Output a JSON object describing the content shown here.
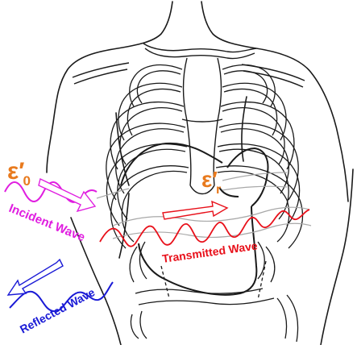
{
  "labels": {
    "eps0": "ε′",
    "eps0_sub": "0",
    "epsr": "ε′",
    "epsr_sub": "r",
    "incident": "Incident Wave",
    "reflected": "Reflected Wave",
    "transmitted": "Transmitted Wave"
  },
  "colors": {
    "incident": "#e01ee0",
    "reflected": "#1a1ad6",
    "transmitted": "#e8101a",
    "epsilon": "#e87a1e",
    "anatomy": "#1a1a1a",
    "anatomy_light": "#9a9a9a"
  }
}
